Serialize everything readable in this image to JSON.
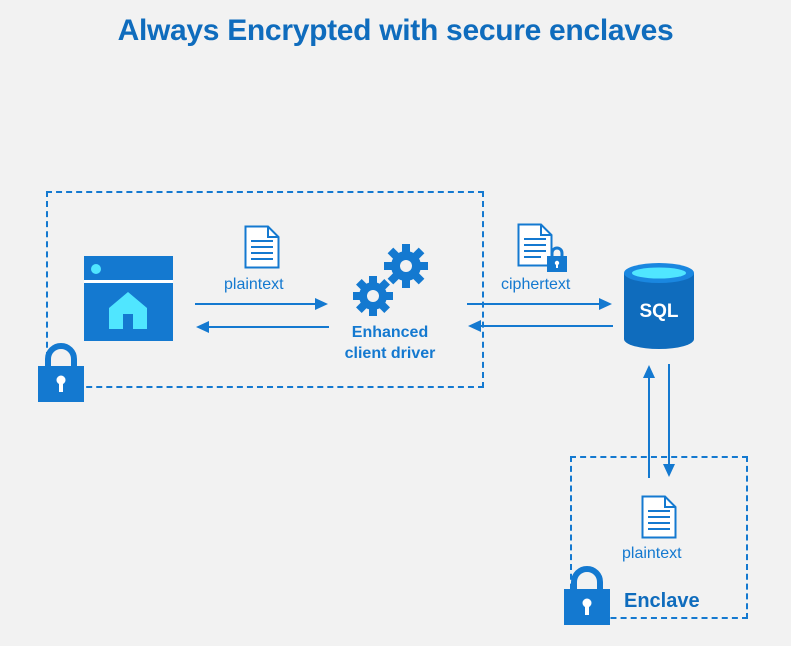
{
  "title": "Always Encrypted with secure enclaves",
  "client": {
    "plaintext_label": "plaintext",
    "driver_label_line1": "Enhanced",
    "driver_label_line2": "client driver"
  },
  "server": {
    "ciphertext_label": "ciphertext",
    "db_label": "SQL"
  },
  "enclave": {
    "plaintext_label": "plaintext",
    "label": "Enclave"
  },
  "colors": {
    "accent": "#1479d0",
    "accent_dark": "#0f6cbd",
    "background": "#f2f2f2"
  }
}
